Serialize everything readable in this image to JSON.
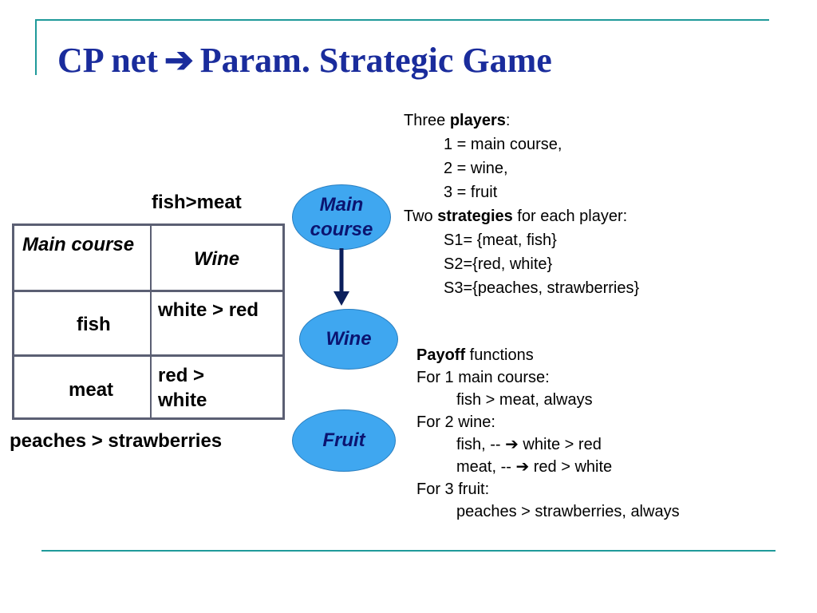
{
  "title": {
    "left": "CP net",
    "arrow": "➔",
    "right": "Param. Strategic Game"
  },
  "cp_net": {
    "main_course_pref": "fish>meat",
    "fruit_pref": "peaches > strawberries",
    "cpt": {
      "header": [
        "Main course",
        "Wine"
      ],
      "rows": [
        {
          "condition": "fish",
          "preference": "white > red"
        },
        {
          "condition": "meat",
          "preference": "red > white"
        }
      ]
    },
    "nodes": {
      "main_course": "Main course",
      "wine": "Wine",
      "fruit": "Fruit"
    }
  },
  "game": {
    "players_prefix": "Three ",
    "players_bold": "players",
    "players_suffix": ":",
    "players": [
      "1 = main course,",
      "2 = wine,",
      "3 = fruit"
    ],
    "strategies_prefix": "Two ",
    "strategies_bold": "strategies",
    "strategies_suffix": " for each player:",
    "strategies": [
      "S1= {meat, fish}",
      "S2={red, white}",
      "S3={peaches, strawberries}"
    ],
    "payoff_bold": "Payoff",
    "payoff_suffix": " functions",
    "payoff_lines": [
      {
        "text": "For 1 main course:",
        "indent": false
      },
      {
        "text": "fish > meat, always",
        "indent": true
      },
      {
        "text": "For  2 wine:",
        "indent": false
      },
      {
        "text": "fish, -- ➔ white > red",
        "indent": true
      },
      {
        "text": "meat, -- ➔ red > white",
        "indent": true
      },
      {
        "text": "For 3 fruit:",
        "indent": false
      },
      {
        "text": "peaches > strawberries, always",
        "indent": true
      }
    ]
  },
  "colors": {
    "title": "#1a2c9c",
    "node_fill": "#3fa7f0",
    "rule": "#1f9a9a"
  }
}
